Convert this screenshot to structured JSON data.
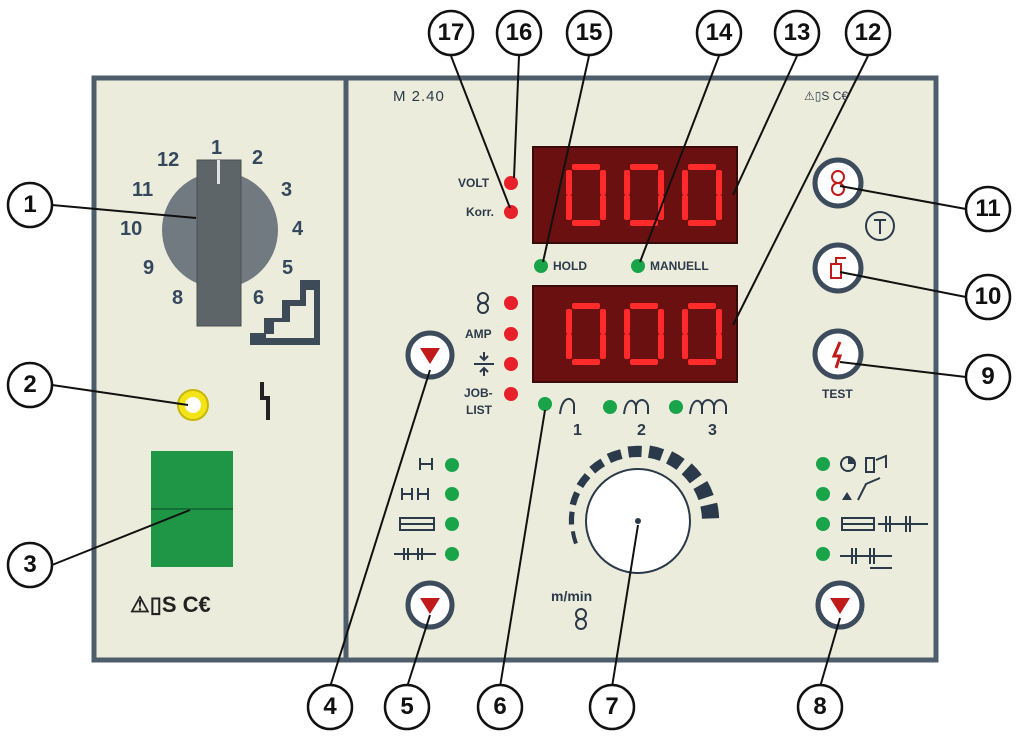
{
  "panel": {
    "model": "M 2.40",
    "top_marks": "⚠▯S C€",
    "bottom_marks": "⚠▯S C€",
    "volt_label": "VOLT",
    "korr_label": "Korr.",
    "hold_label": "HOLD",
    "manuell_label": "MANUELL",
    "amp_label": "AMP",
    "job_label_1": "JOB-",
    "job_label_2": "LIST",
    "mmin_label": "m/min",
    "test_label": "TEST",
    "display_upper": "000",
    "display_lower": "000",
    "dial_numbers": [
      "1",
      "2",
      "3",
      "4",
      "5",
      "6",
      "8",
      "9",
      "10",
      "11",
      "12"
    ],
    "inductance_numbers": [
      "1",
      "2",
      "3"
    ]
  },
  "callouts": [
    "1",
    "2",
    "3",
    "4",
    "5",
    "6",
    "7",
    "8",
    "9",
    "10",
    "11",
    "12",
    "13",
    "14",
    "15",
    "16",
    "17"
  ],
  "colors": {
    "panel_bg": "#ececdc",
    "panel_border": "#4d5d6c",
    "display_bg": "#6b1010",
    "segment_on": "#ff2a2a",
    "led_red": "#e8202a",
    "led_green": "#1aa44a",
    "switch_green": "#1e9645",
    "button_ring": "#3d4c5c"
  }
}
